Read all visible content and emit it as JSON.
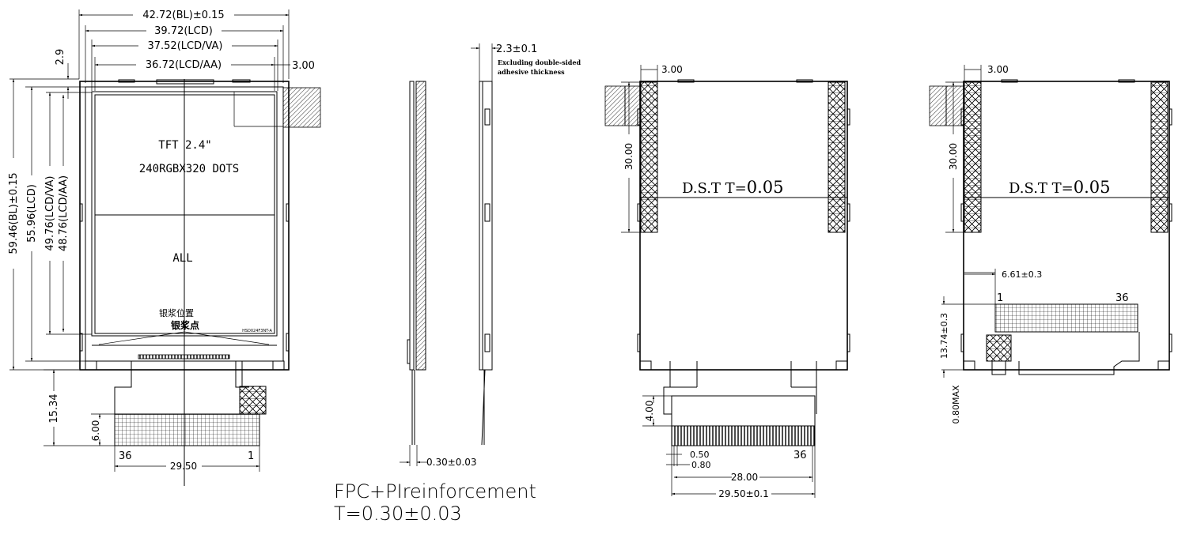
{
  "front_view": {
    "dim_bl_width": "42.72(BL)±0.15",
    "dim_lcd_width": "39.72(LCD)",
    "dim_va_width": "37.52(LCD/VA)",
    "dim_aa_width": "36.72(LCD/AA)",
    "dim_offset_right": "3.00",
    "dim_offset_top": "2.9",
    "dim_bl_height": "59.46(BL)±0.15",
    "dim_lcd_height": "55.96(LCD)",
    "dim_va_height": "49.76(LCD/VA)",
    "dim_aa_height": "48.76(LCD/AA)",
    "dim_fpc_length": "15.34",
    "dim_pad_height": "6.00",
    "dim_pad_width": "29.50",
    "title": "TFT 2.4\"",
    "resolution": "240RGBX320 DOTS",
    "all_label": "ALL",
    "silver_paste_position": "银浆位置",
    "silver_paste_dot": "银浆点",
    "part_code": "HSD024F3NT-A",
    "pin_first": "36",
    "pin_last": "1"
  },
  "side_view": {
    "dim_thickness": "2.3±0.1",
    "note_line1": "Excluding double-sided",
    "note_line2": "adhesive thickness",
    "dim_fpc_thickness": "0.30±0.03"
  },
  "fpc_note": {
    "line1": "FPC+PIreinforcement",
    "line2": "T=0.30±0.03"
  },
  "back_view_a": {
    "dim_offset": "3.00",
    "dim_tape_height": "30.00",
    "dst_label": "D.S.T T=",
    "dst_value": "0.05",
    "dim_fpc_height": "4.00",
    "dim_pin_width": "0.50",
    "dim_pin_pitch": "0.80",
    "dim_pins_span": "28.00",
    "dim_fpc_width": "29.50±0.1",
    "pin_label": "36"
  },
  "back_view_b": {
    "dim_offset": "3.00",
    "dim_tape_height": "30.00",
    "dst_label": "D.S.T T=",
    "dst_value": "0.05",
    "dim_pad_offset": "6.61±0.3",
    "dim_pad_vertical": "13.74±0.3",
    "dim_max": "0.80MAX",
    "pin_first": "1",
    "pin_last": "36"
  }
}
